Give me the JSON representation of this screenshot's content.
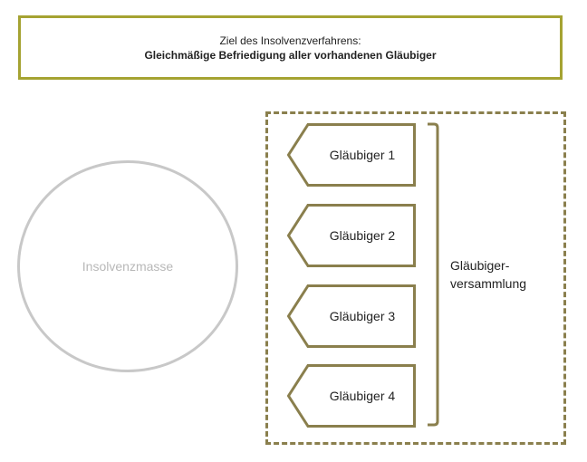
{
  "goal": {
    "line1": "Ziel des Insolvenzverfahrens:",
    "line2": "Gleichmäßige Befriedigung aller vorhandenen Gläubiger"
  },
  "estate": {
    "label": "Insolvenzmasse"
  },
  "creditors": [
    {
      "label": "Gläubiger 1"
    },
    {
      "label": "Gläubiger 2"
    },
    {
      "label": "Gläubiger 3"
    },
    {
      "label": "Gläubiger 4"
    }
  ],
  "assembly": {
    "line1": "Gläubiger-",
    "line2": "versammlung"
  },
  "colors": {
    "goal_border": "#a5a332",
    "creditor_border": "#8a7f4d",
    "circle_border": "#c8c8c8",
    "circle_text": "#b8b8b8"
  }
}
